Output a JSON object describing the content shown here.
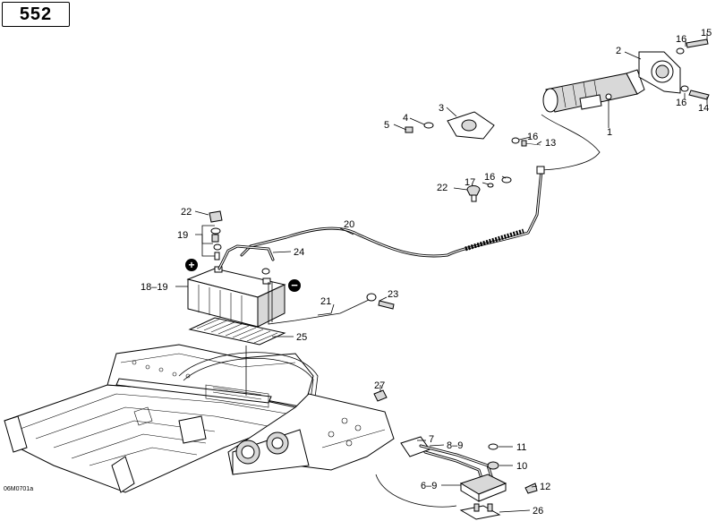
{
  "page_number": "552",
  "reference_code": "06M0701a",
  "callouts": {
    "c1": "1",
    "c2": "2",
    "c3": "3",
    "c4": "4",
    "c5": "5",
    "c16a": "16",
    "c15": "15",
    "c16b": "16",
    "c14": "14",
    "c16c": "16",
    "c13": "13",
    "c16d": "16",
    "c17": "17",
    "c22a": "22",
    "c22b": "22",
    "c19": "19",
    "c20": "20",
    "c24": "24",
    "c18_19": "18–19",
    "c21": "21",
    "c23": "23",
    "c25": "25",
    "c27": "27",
    "c7": "7",
    "c8_9": "8–9",
    "c11": "11",
    "c10": "10",
    "c6_9": "6–9",
    "c12": "12",
    "c26": "26"
  },
  "symbols": {
    "positive": "+",
    "negative": "−"
  }
}
